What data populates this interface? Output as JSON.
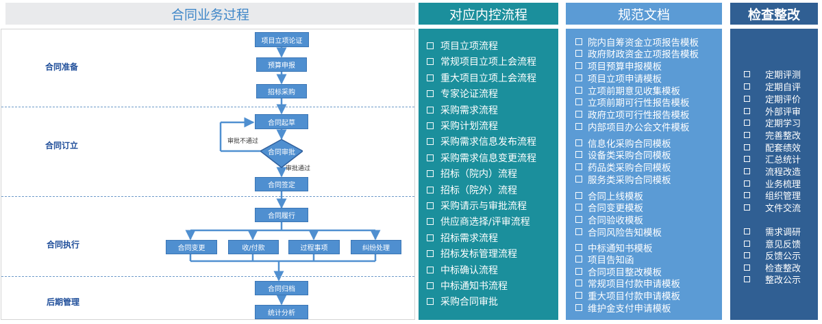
{
  "headers": {
    "process": "合同业务过程",
    "control": "对应内控流程",
    "docs": "规范文档",
    "check": "检查整改"
  },
  "phases": {
    "prepare": "合同准备",
    "sign": "合同订立",
    "execute": "合同执行",
    "later": "后期管理"
  },
  "flow": {
    "project_approval": "项目立项论证",
    "budget": "预算申报",
    "bidding": "招标采购",
    "draft": "合同起草",
    "review": "合同审批",
    "rejected": "审批不通过",
    "approved": "审批通过",
    "signing": "合同签定",
    "performance": "合同履行",
    "change": "合同变更",
    "payment": "收/付款",
    "process_items": "过程事项",
    "dispute": "纠纷处理",
    "archive": "合同归档",
    "analysis": "统计分析"
  },
  "control_items": [
    "项目立项流程",
    "常规项目立项上会流程",
    "重大项目立项上会流程",
    "专家论证流程",
    "采购需求流程",
    "采购计划流程",
    "采购需求信息发布流程",
    "采购需求信息变更流程",
    "招标（院内）流程",
    "招标（院外）流程",
    "采购请示与审批流程",
    "供应商选择/评审流程",
    "招标需求流程",
    "招标发标管理流程",
    "中标确认流程",
    "中标通知书流程",
    "采购合同审批"
  ],
  "doc_items": [
    "院内自筹资金立项报告模板",
    "政府财政资金立项报告模板",
    "项目预算申报模板",
    "项目立项申请模板",
    "立项前期意见收集模板",
    "立项前期可行性报告模板",
    "政府立项可行性报告模板",
    "内部项目办公会文件模板",
    "信息化采购合同模板",
    "设备类采购合同模板",
    "药品类采购合同模板",
    "服务类采购合同模板",
    "合同上线模板",
    "合同变更模板",
    "合同验收模板",
    "合同风险告知模板",
    "中标通知书模板",
    "项目告知函",
    "合同项目整改模板",
    "常规项目付款申请模板",
    "重大项目付款申请模板",
    "维护金支付申请模板"
  ],
  "check_items": [
    "定期评测",
    "定期自评",
    "定期评价",
    "外部评审",
    "定期学习",
    "完善整改",
    "配套绩效",
    "汇总统计",
    "流程改造",
    "业务梳理",
    "组织管理",
    "文件交流",
    "需求调研",
    "意见反馈",
    "反馈公示",
    "检查整改",
    "整改公示"
  ]
}
